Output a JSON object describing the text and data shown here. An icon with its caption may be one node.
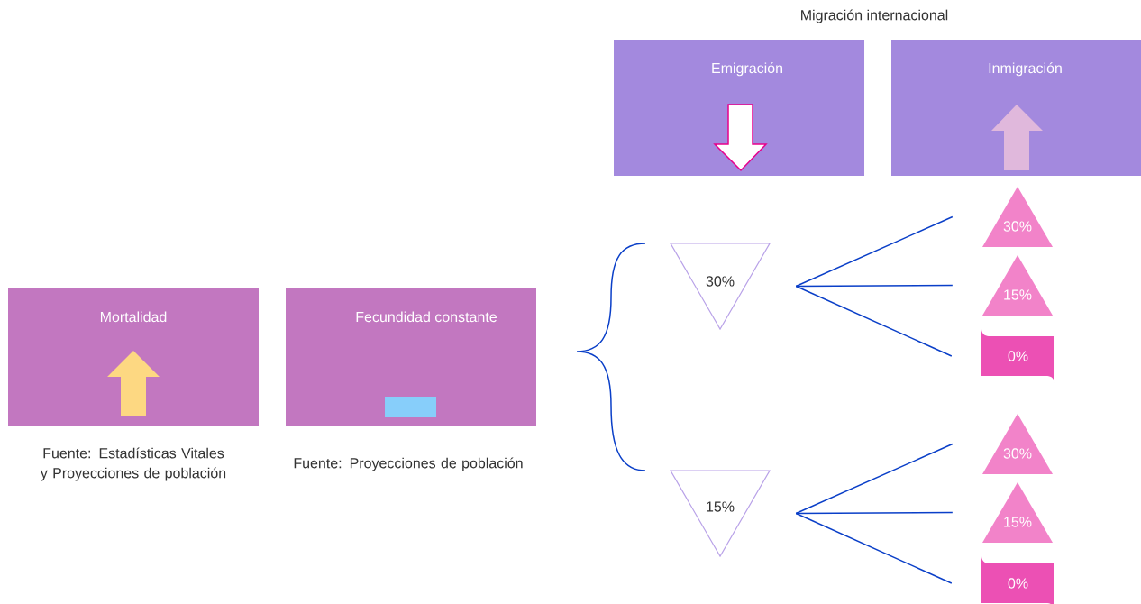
{
  "diagram": {
    "nodes": [
      {
        "text": [
          "Mortalidad"
        ],
        "beside": [
          "Fuente: Estadísticas Vitales y Proyecciones de población"
        ]
      },
      {
        "text": [
          "Fecundidad constante"
        ],
        "beside": [
          "Fuente: Proyecciones de población"
        ]
      },
      {
        "text": [
          "Emigración"
        ]
      },
      {
        "text": [
          "Inmigración"
        ]
      },
      {
        "text": [
          "30%"
        ]
      },
      {
        "text": [
          "15%"
        ]
      },
      {
        "text": [
          "30%"
        ]
      },
      {
        "text": [
          "15%"
        ]
      },
      {
        "text": [
          "0%"
        ]
      },
      {
        "text": [
          "30%"
        ]
      },
      {
        "text": [
          "15%"
        ]
      },
      {
        "text": [
          "0%"
        ]
      }
    ],
    "edges": [
      {
        "from": 4,
        "to": 6,
        "arrow": "none"
      },
      {
        "from": 4,
        "to": 7,
        "arrow": "none"
      },
      {
        "from": 4,
        "to": 8,
        "arrow": "none"
      },
      {
        "from": 5,
        "to": 9,
        "arrow": "none"
      },
      {
        "from": 5,
        "to": 10,
        "arrow": "none"
      },
      {
        "from": 5,
        "to": 11,
        "arrow": "none"
      }
    ],
    "labels": [
      "Migración internacional"
    ]
  }
}
